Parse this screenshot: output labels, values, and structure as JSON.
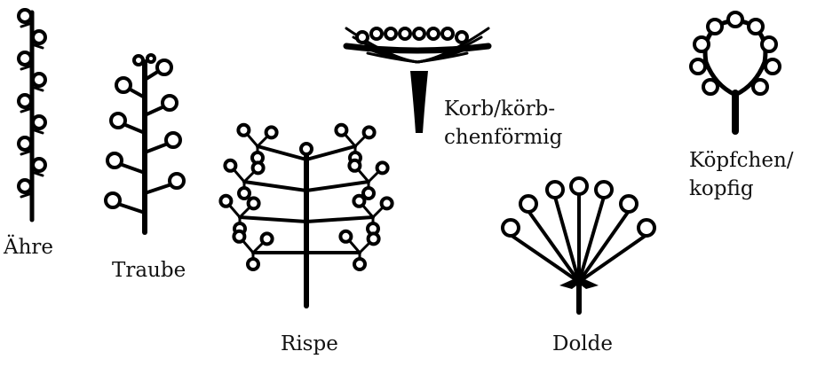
{
  "figure": {
    "ink_color": "#000000",
    "background": "#ffffff",
    "inflorescences": [
      {
        "id": "aehre",
        "label": "Ähre"
      },
      {
        "id": "traube",
        "label": "Traube"
      },
      {
        "id": "rispe",
        "label": "Rispe"
      },
      {
        "id": "korb",
        "label_line1": "Korb/körb-",
        "label_line2": "chenförmig"
      },
      {
        "id": "dolde",
        "label": "Dolde"
      },
      {
        "id": "koepfchen",
        "label_line1": "Köpfchen/",
        "label_line2": "kopfig"
      }
    ]
  }
}
